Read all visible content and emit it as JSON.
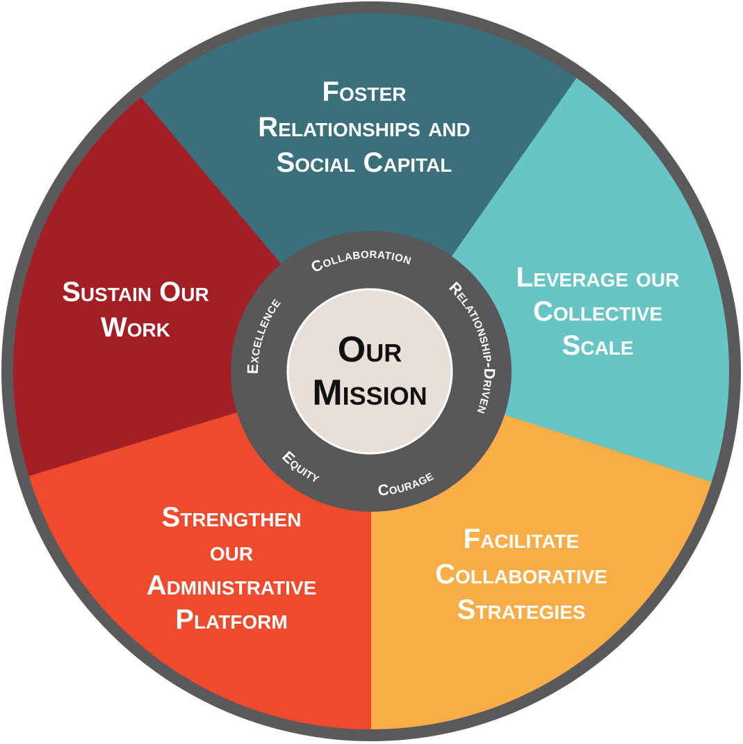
{
  "colors": {
    "rim": "#5a5a5c",
    "inner_ring": "#58585a",
    "center": "#e8e0d8",
    "center_stroke": "#ffffff",
    "text_light": "#ffffff",
    "text_dark": "#111111"
  },
  "center": {
    "line1": "Our",
    "line2": "Mission"
  },
  "values": [
    {
      "label": "Collaboration",
      "dir": "top"
    },
    {
      "label": "Relationship-Driven",
      "dir": "top"
    },
    {
      "label": "Courage",
      "dir": "bottom"
    },
    {
      "label": "Equity",
      "dir": "bottom"
    },
    {
      "label": "Excellence",
      "dir": "top"
    }
  ],
  "segments": [
    {
      "id": "foster",
      "color": "#3a6f7c",
      "lines": [
        "Foster",
        "Relationships and",
        "Social Capital"
      ]
    },
    {
      "id": "leverage",
      "color": "#67c6c5",
      "lines": [
        "Leverage our",
        "Collective",
        "Scale"
      ]
    },
    {
      "id": "facilitate",
      "color": "#f9ad46",
      "lines": [
        "Facilitate",
        "Collaborative",
        "Strategies"
      ]
    },
    {
      "id": "strengthen",
      "color": "#ef4a2b",
      "lines": [
        "Strengthen",
        "our",
        "Administrative",
        "Platform"
      ]
    },
    {
      "id": "sustain",
      "color": "#a41e25",
      "lines": [
        "Sustain Our",
        "Work"
      ]
    }
  ]
}
